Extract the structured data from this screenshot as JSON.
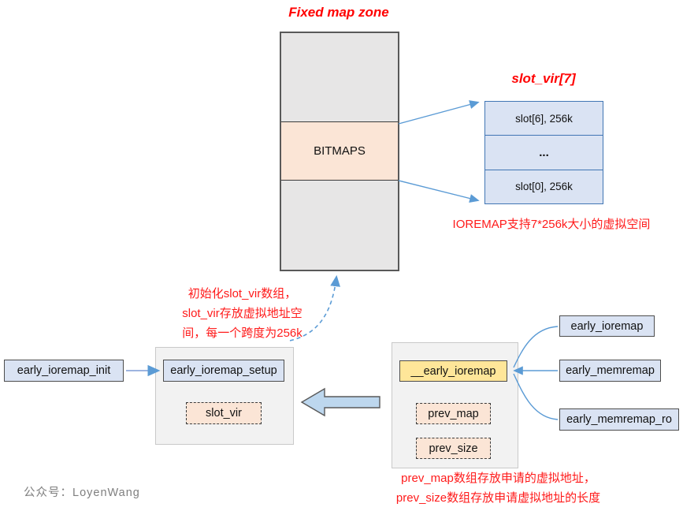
{
  "colors": {
    "red_text": "#ff0000",
    "arrow_blue": "#5b9bd5",
    "slot_border_blue": "#4176b4",
    "lavender_fill": "#dae3f3",
    "peach_fill": "#fbe5d6",
    "yellow_fill": "#ffe699",
    "zone_gray_fill": "#e7e6e6",
    "group_gray_fill": "#f2f2f2",
    "dark_border": "#595959",
    "block_arrow_fill": "#bdd7ee"
  },
  "fixed_map_zone": {
    "title": "Fixed map zone",
    "bitmaps_label": "BITMAPS"
  },
  "slot_array": {
    "title": "slot_vir[7]",
    "rows": [
      "slot[6], 256k",
      "...",
      "slot[0], 256k"
    ],
    "note": "IOREMAP支持7*256k大小的虚拟空间"
  },
  "init_note": {
    "line1": "初始化slot_vir数组，",
    "line2": "slot_vir存放虚拟地址空",
    "line3": "间，每一个跨度为256k"
  },
  "left_flow": {
    "init_label": "early_ioremap_init",
    "setup_label": "early_ioremap_setup",
    "slot_vir_label": "slot_vir"
  },
  "right_flow": {
    "main_label": "__early_ioremap",
    "prev_map_label": "prev_map",
    "prev_size_label": "prev_size",
    "callers": [
      "early_ioremap",
      "early_memremap",
      "early_memremap_ro"
    ],
    "note_line1": "prev_map数组存放申请的虚拟地址，",
    "note_line2": "prev_size数组存放申请虚拟地址的长度"
  },
  "watermark": "公众号：LoyenWang"
}
